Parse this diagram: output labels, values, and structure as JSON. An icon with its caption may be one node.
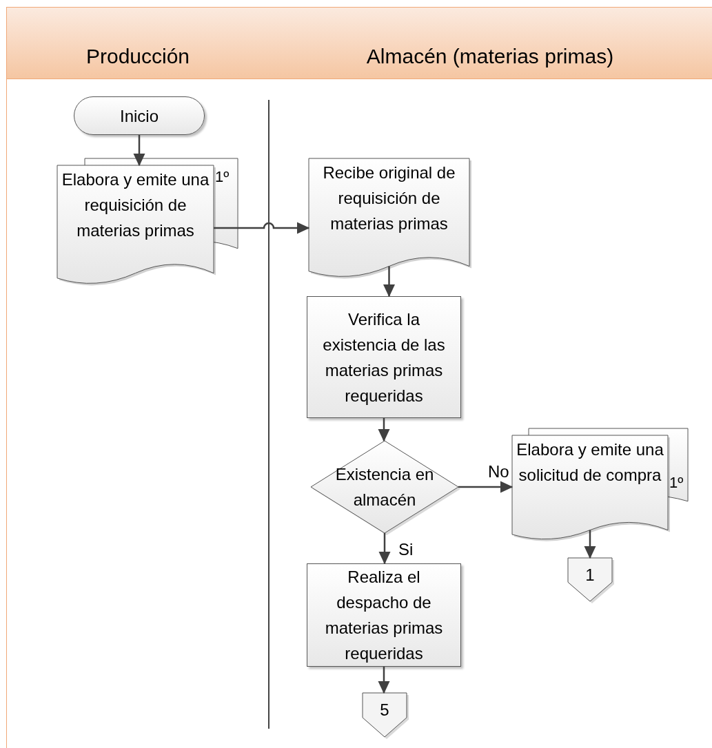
{
  "diagram": {
    "nodes": [
      {
        "text": [
          "Producción"
        ]
      },
      {
        "text": [
          "Almacén (materias primas)"
        ]
      },
      {
        "text": [
          "Inicio"
        ]
      },
      {
        "text": [
          "Elabora y emite una requisición de materias primas",
          "1º"
        ]
      },
      {
        "text": [
          "Recibe original de requisición de materias primas"
        ]
      },
      {
        "text": [
          "Verifica la existencia de las materias primas requeridas"
        ]
      },
      {
        "text": [
          "Existencia en almacén"
        ]
      },
      {
        "text": [
          "Elabora y emite una solicitud de compra",
          "1º"
        ]
      },
      {
        "text": [
          "1"
        ]
      },
      {
        "text": [
          "Realiza el despacho de materias primas requeridas"
        ]
      },
      {
        "text": [
          "5"
        ]
      }
    ],
    "edges": [
      {
        "from": 2,
        "to": 3,
        "arrow": "to"
      },
      {
        "from": 3,
        "to": 4,
        "arrow": "to"
      },
      {
        "from": 4,
        "to": 5,
        "arrow": "to"
      },
      {
        "from": 5,
        "to": 6,
        "arrow": "to"
      },
      {
        "from": 6,
        "to": 7,
        "arrow": "to",
        "label": "No"
      },
      {
        "from": 6,
        "to": 9,
        "arrow": "to",
        "label": "Si"
      },
      {
        "from": 7,
        "to": 8,
        "arrow": "to"
      },
      {
        "from": 9,
        "to": 10,
        "arrow": "to"
      }
    ]
  }
}
